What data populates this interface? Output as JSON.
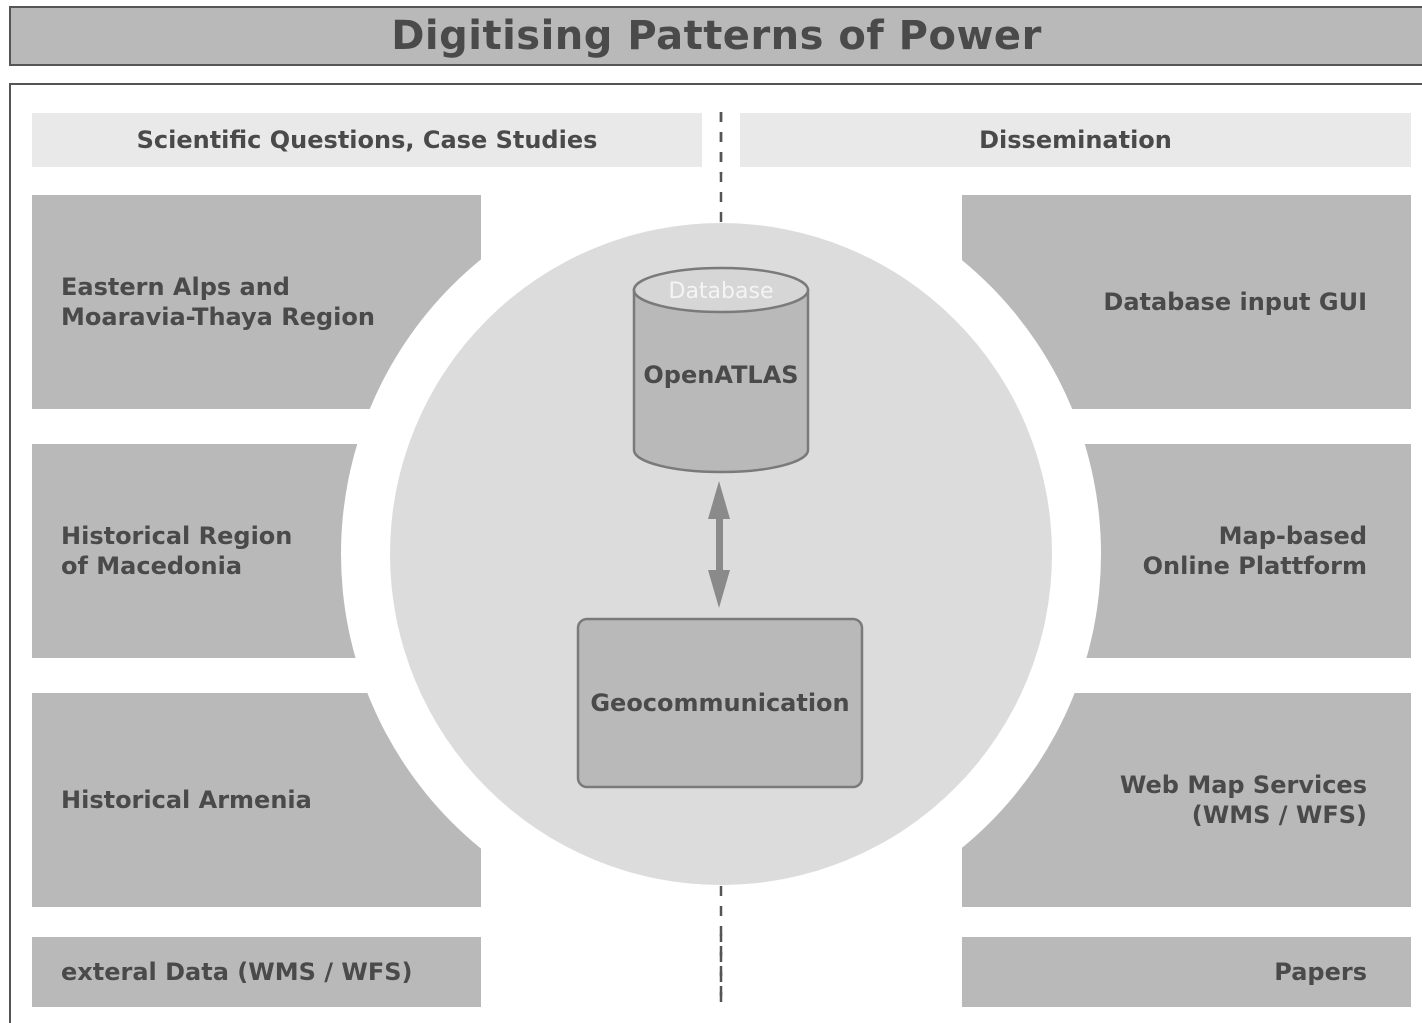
{
  "title": "Digitising Patterns of Power",
  "headers": {
    "left": "Scientific Questions, Case Studies",
    "right": "Dissemination"
  },
  "left_boxes": [
    "Eastern Alps and\nMoaravia-Thaya Region",
    "Historical Region\nof Macedonia",
    "Historical Armenia",
    "exteral Data (WMS / WFS)"
  ],
  "right_boxes": [
    "Database input GUI",
    "Map-based\nOnline Plattform",
    "Web Map Services\n(WMS / WFS)",
    "Papers"
  ],
  "center": {
    "database_label": "Database",
    "database_name": "OpenATLAS",
    "process": "Geocommunication"
  },
  "colors": {
    "box_fill": "#b9b9b9",
    "header_fill": "#e9e9e9",
    "circle_fill": "#dcdcdc",
    "text": "#4a4a4a",
    "border": "#555555"
  }
}
